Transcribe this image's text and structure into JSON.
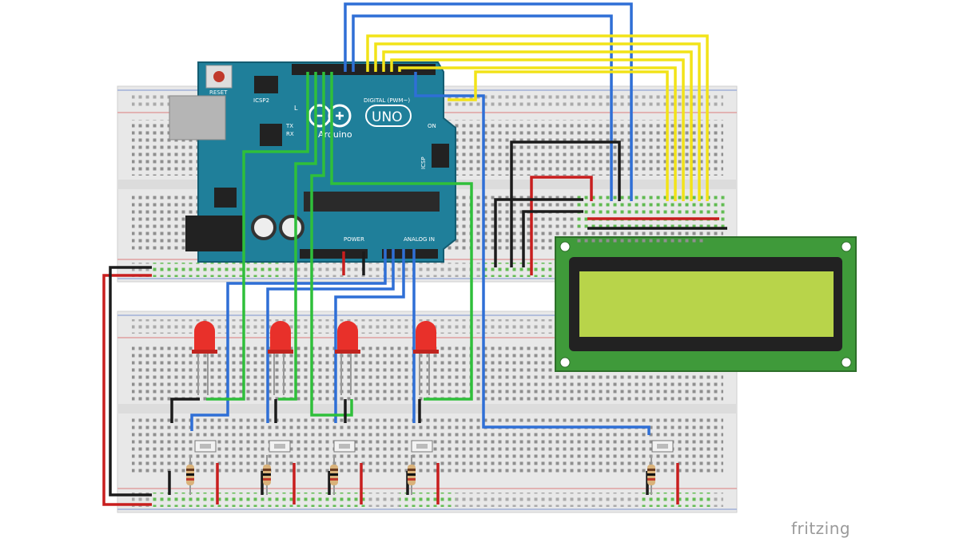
{
  "watermark": "fritzing",
  "arduino": {
    "brand": "Arduino",
    "model": "UNO",
    "reset_label": "RESET",
    "icsp2_label": "ICSP2",
    "icsp_label": "ICSP",
    "on_label": "ON",
    "tx_label": "TX",
    "rx_label": "RX",
    "l_label": "L",
    "digital_label": "DIGITAL (PWM~)",
    "power_label": "POWER",
    "analog_label": "ANALOG IN"
  },
  "leds": {
    "count": 4,
    "color": "#e8302a"
  },
  "buttons": {
    "count": 5
  },
  "resistors": {
    "count": 5
  },
  "lcd": {
    "type": "16x2 character LCD",
    "screen_color": "#b8d44a",
    "board_color": "#3f9a3a"
  },
  "wire_colors": {
    "blue": "#2f6fd6",
    "yellow": "#f2e318",
    "green": "#2fbf3a",
    "red": "#c81e1e",
    "black": "#1b1b1b"
  }
}
